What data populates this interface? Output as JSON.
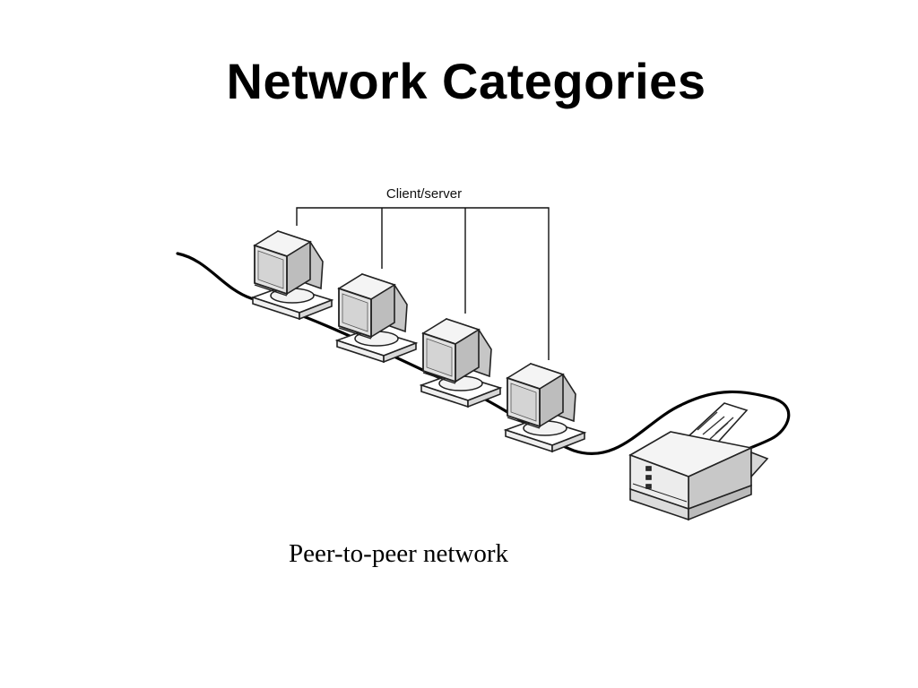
{
  "slide": {
    "title": "Network Categories"
  },
  "diagram": {
    "client_server_label": "Client/server",
    "caption": "Peer-to-peer network",
    "computer_count": 4,
    "printer_count": 1
  }
}
